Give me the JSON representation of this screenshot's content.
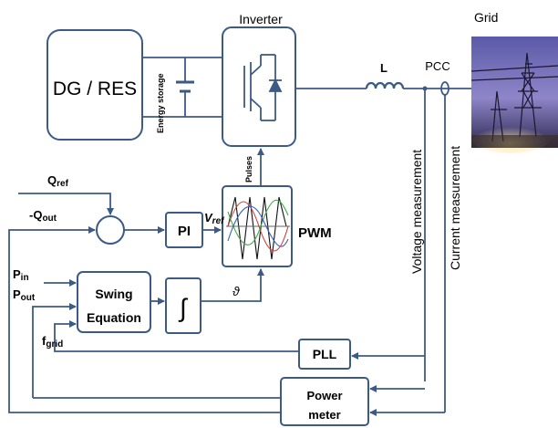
{
  "labels": {
    "grid": "Grid",
    "inverter": "Inverter",
    "dg_res": "DG / RES",
    "energy_storage": "Energy storage",
    "inductor": "L",
    "pcc": "PCC",
    "pulses": "Pulses",
    "voltage_measurement": "Voltage measurement",
    "current_measurement": "Current measurement",
    "q_ref": "Q",
    "q_ref_sub": "ref",
    "q_out": "-Q",
    "q_out_sub": "out",
    "pi": "PI",
    "v_ref": "V",
    "v_ref_sub": "ref",
    "pwm": "PWM",
    "p_in": "P",
    "p_in_sub": "in",
    "p_out": "P",
    "p_out_sub": "out",
    "swing_line1": "Swing",
    "swing_line2": "Equation",
    "integrator": "∫",
    "theta": "ϑ",
    "f_grid": "f",
    "f_grid_sub": "grid",
    "pll": "PLL",
    "power_meter_line1": "Power",
    "power_meter_line2": "meter"
  },
  "colors": {
    "block_stroke": "#3c5a86",
    "wire": "#3c5a86"
  }
}
